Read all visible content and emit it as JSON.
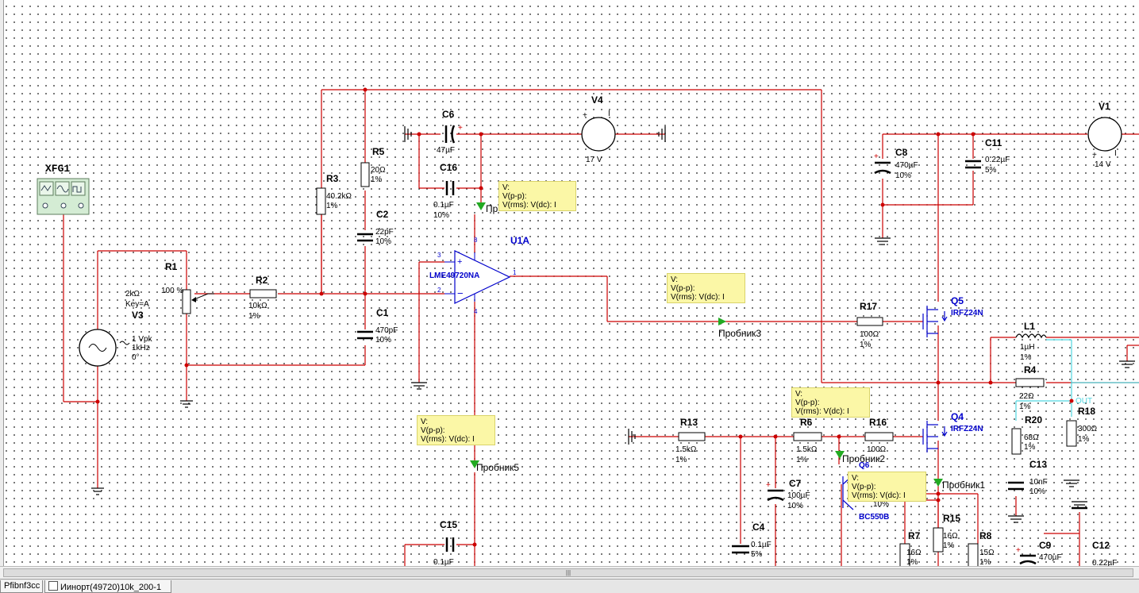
{
  "components": {
    "xfg1": "XFG1",
    "r1": {
      "ref": "R1",
      "v1": "2kΩ",
      "v2": "Key=A",
      "pct": "100 %"
    },
    "v3": {
      "ref": "V3",
      "v1": "1 Vpk",
      "v2": "1kHz",
      "v3": "0°"
    },
    "r2": {
      "ref": "R2",
      "v1": "10kΩ",
      "v2": "1%"
    },
    "r3": {
      "ref": "R3",
      "v1": "40.2kΩ",
      "v2": "1%"
    },
    "r5": {
      "ref": "R5",
      "v1": "20Ω",
      "v2": "1%"
    },
    "c2": {
      "ref": "C2",
      "v1": "22pF",
      "v2": "10%"
    },
    "c1": {
      "ref": "C1",
      "v1": "470pF",
      "v2": "10%"
    },
    "c6": {
      "ref": "C6",
      "v1": "47µF"
    },
    "c16": {
      "ref": "C16",
      "v1": "0.1µF",
      "v2": "10%"
    },
    "v4": {
      "ref": "V4",
      "v1": "17 V"
    },
    "u1a": {
      "ref": "U1A",
      "part": "LME49720NA",
      "p3": "3",
      "p2": "2",
      "p8": "8",
      "p4": "4",
      "p1": "1"
    },
    "c15": {
      "ref": "C15",
      "v1": "0.1µF"
    },
    "r17": {
      "ref": "R17",
      "v1": "100Ω",
      "v2": "1%"
    },
    "q5": {
      "ref": "Q5",
      "part": "IRFZ24N"
    },
    "q4": {
      "ref": "Q4",
      "part": "IRFZ24N"
    },
    "c8": {
      "ref": "C8",
      "v1": "470µF",
      "v2": "10%"
    },
    "c11": {
      "ref": "C11",
      "v1": "0.22µF",
      "v2": "5%"
    },
    "v1": {
      "ref": "V1",
      "v1": "14 V"
    },
    "l1": {
      "ref": "L1",
      "v1": "1µH",
      "v2": "1%"
    },
    "r4": {
      "ref": "R4",
      "v1": "22Ω",
      "v2": "1%"
    },
    "r20": {
      "ref": "R20",
      "v1": "68Ω",
      "v2": "1%"
    },
    "r18": {
      "ref": "R18",
      "v1": "300Ω",
      "v2": "1%"
    },
    "c13": {
      "ref": "C13",
      "v1": "10nF",
      "v2": "10%"
    },
    "r13": {
      "ref": "R13",
      "v1": "1.5kΩ",
      "v2": "1%"
    },
    "r6": {
      "ref": "R6",
      "v1": "1.5kΩ",
      "v2": "1%"
    },
    "r16": {
      "ref": "R16",
      "v1": "100Ω"
    },
    "c7": {
      "ref": "C7",
      "v1": "100µF",
      "v2": "10%"
    },
    "c4": {
      "ref": "C4",
      "v1": "0.1µF",
      "v2": "5%"
    },
    "q6": {
      "ref": "BC550B"
    },
    "r7": {
      "ref": "R7",
      "v1": "16Ω",
      "v2": "1%"
    },
    "r15": {
      "ref": "R15",
      "v1": "16Ω",
      "v2": "1%"
    },
    "r8": {
      "ref": "R8",
      "v1": "15Ω",
      "v2": "1%"
    },
    "c9": {
      "ref": "C9",
      "v1": "470µF"
    },
    "c12": {
      "ref": "C12",
      "v1": "0.22µF"
    }
  },
  "probe_labels": {
    "p3": "Пробник3",
    "p5": "Пробник5",
    "p2": "Пробник2",
    "p1": "Пробник1",
    "p4": "Пр"
  },
  "probe_box": {
    "l1": "V:",
    "l2": "V(p-p):",
    "l3": "V(rms):  V(dc):  I"
  },
  "partial": {
    "q6_label": "Q6",
    "c7_pct": "10%",
    "out_label": "OUT"
  },
  "tabs": [
    {
      "label": "Pfibnf3cc"
    },
    {
      "label": "Иинорт(49720)10k_200-1"
    }
  ],
  "scroll_grip": "|||",
  "colors": {
    "wire": "#cc0000",
    "label": "#000000",
    "ic": "#0000cc",
    "probe": "#22aa22",
    "cyan": "#4fd6e0"
  }
}
